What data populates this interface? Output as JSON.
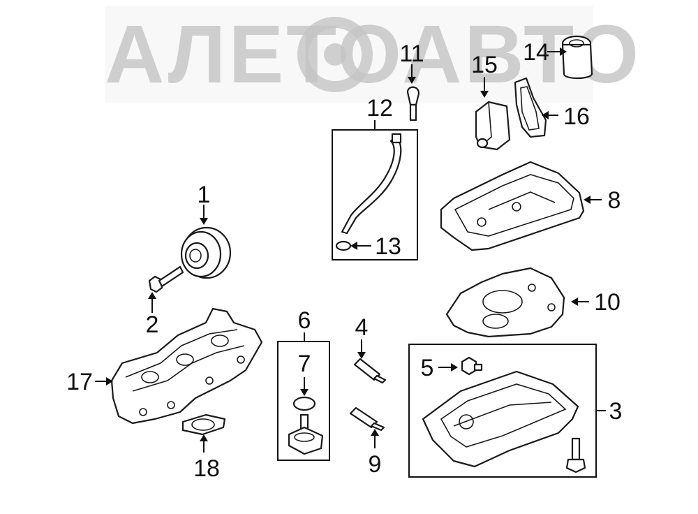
{
  "watermark": {
    "logo_text": "АЛЕТОАВТО"
  },
  "callouts": {
    "c1": "1",
    "c2": "2",
    "c3": "3",
    "c4": "4",
    "c5": "5",
    "c6": "6",
    "c7": "7",
    "c8": "8",
    "c9": "9",
    "c10": "10",
    "c11": "11",
    "c12": "12",
    "c13": "13",
    "c14": "14",
    "c15": "15",
    "c16": "16",
    "c17": "17",
    "c18": "18"
  },
  "colors": {
    "line": "#1a1a1a",
    "watermark": "#c4c4c4",
    "background": "#ffffff"
  }
}
